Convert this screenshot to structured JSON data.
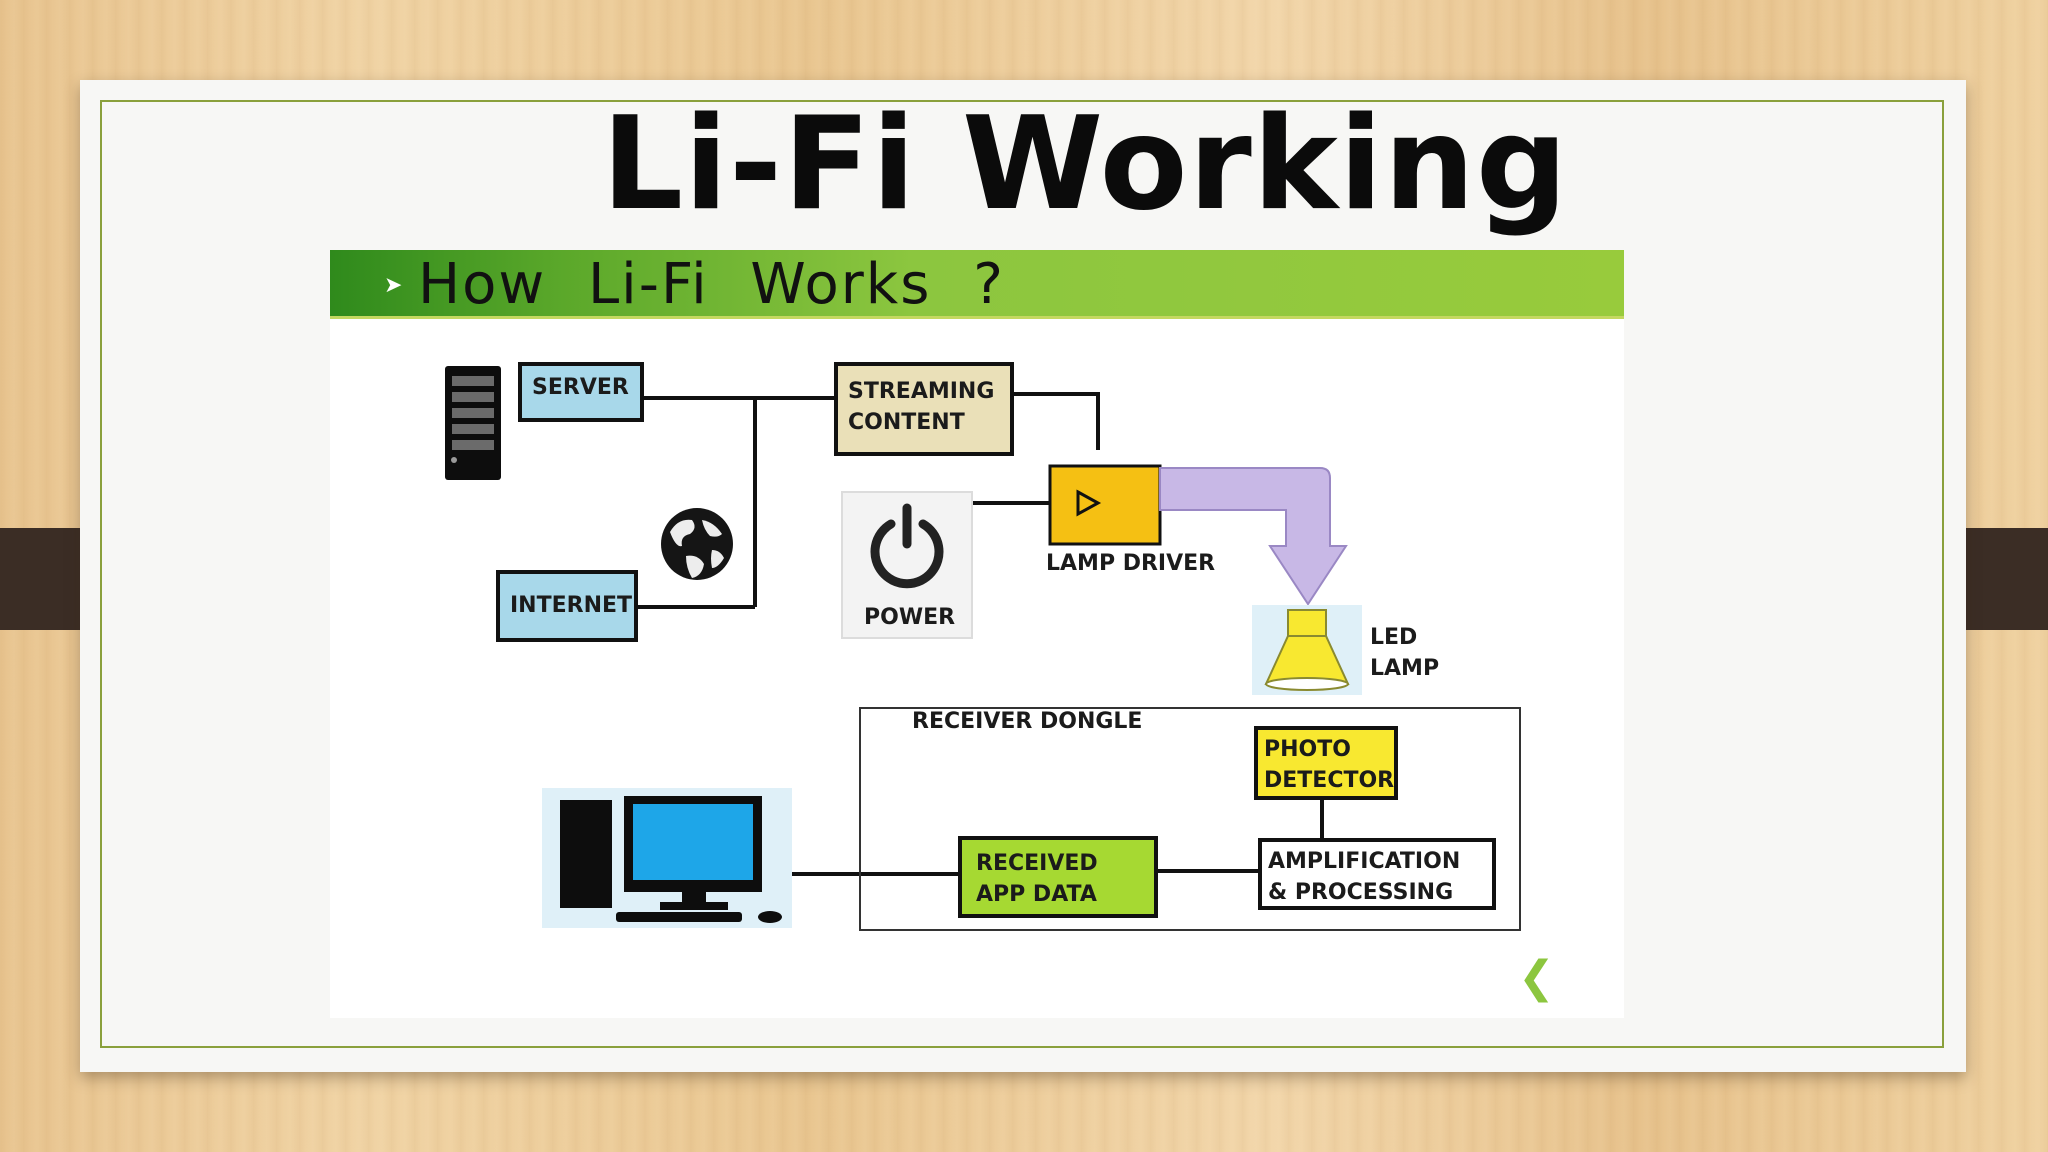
{
  "slide": {
    "title": "Li-Fi Working",
    "banner": "How Li-Fi Works ?"
  },
  "diagram": {
    "server": "SERVER",
    "streaming": "STREAMING CONTENT",
    "internet": "INTERNET",
    "power": "POWER",
    "lamp_driver": "LAMP DRIVER",
    "led_lamp": "LED LAMP",
    "receiver_dongle": "RECEIVER DONGLE",
    "photo_detector": "PHOTO DETECTOR",
    "amplification": "AMPLIFICATION & PROCESSING",
    "received_app": "RECEIVED APP DATA"
  },
  "colors": {
    "blue_box": "#a8d8ea",
    "tan_box": "#eae0b8",
    "orange_box": "#f5c013",
    "yellow_box": "#f8e830",
    "green_box": "#a6d932",
    "arrow_light": "#c8b8e6",
    "banner_green": "#8cc63f"
  },
  "icons": {
    "server_tower": "server-tower-icon",
    "globe": "globe-icon",
    "power": "power-icon",
    "lamp": "led-lamp-icon",
    "computer": "desktop-computer-icon",
    "back": "chevron-left-icon"
  }
}
